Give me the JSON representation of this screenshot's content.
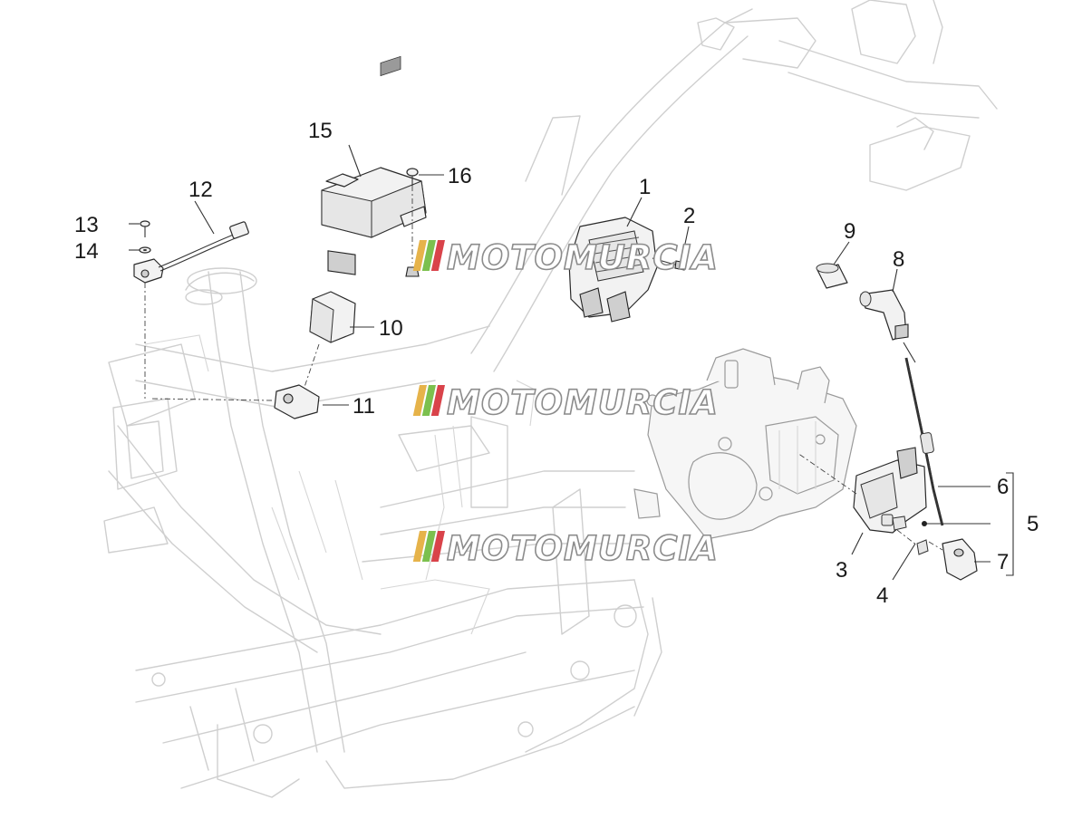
{
  "callouts": [
    {
      "id": "1",
      "text": "1"
    },
    {
      "id": "2",
      "text": "2"
    },
    {
      "id": "3",
      "text": "3"
    },
    {
      "id": "4",
      "text": "4"
    },
    {
      "id": "5",
      "text": "5"
    },
    {
      "id": "6",
      "text": "6"
    },
    {
      "id": "7",
      "text": "7"
    },
    {
      "id": "8",
      "text": "8"
    },
    {
      "id": "9",
      "text": "9"
    },
    {
      "id": "10",
      "text": "10"
    },
    {
      "id": "11",
      "text": "11"
    },
    {
      "id": "12",
      "text": "12"
    },
    {
      "id": "13",
      "text": "13"
    },
    {
      "id": "14",
      "text": "14"
    },
    {
      "id": "15",
      "text": "15"
    },
    {
      "id": "16",
      "text": "16"
    }
  ],
  "watermark": {
    "text": "MOTOMURCIA",
    "stripe_colors": [
      "#e6b34a",
      "#7cc04e",
      "#d9434a"
    ]
  },
  "colors": {
    "frame_ghost": "#cfcfcf",
    "part_outline": "#2a2a2a",
    "callout_text": "#1a1a1a"
  }
}
